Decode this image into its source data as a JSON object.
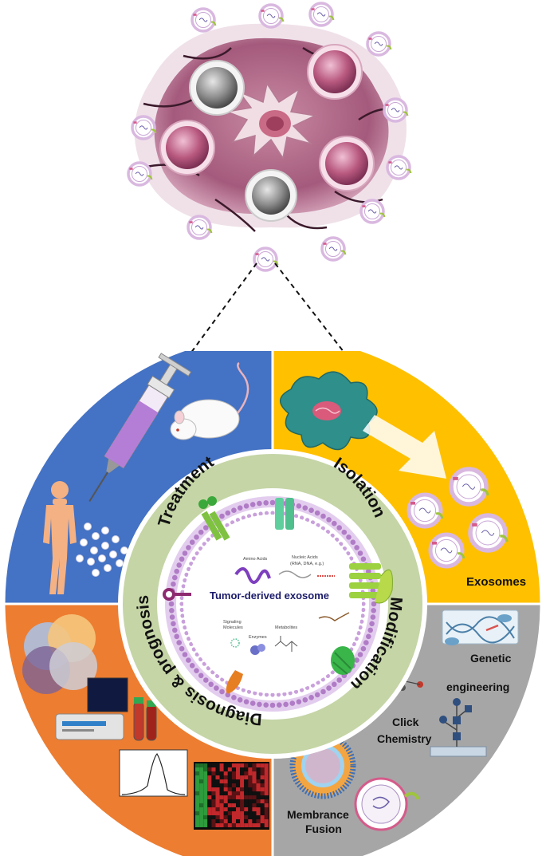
{
  "center": {
    "title": "Tumor-derived exosome",
    "cargo": {
      "amino_acids": "Amino Acids",
      "nucleic_acids": "Nucleic Acids",
      "nucleic_acids_detail": "(RNA, DNA, e.g.)",
      "signaling": "Signaling",
      "signaling_2": "Molecules",
      "enzymes": "Enzymes",
      "metabolites": "Metabolites"
    }
  },
  "ring": {
    "treatment": "Treatment",
    "isolation": "Isolation",
    "modification": "Modification",
    "diagnosis": "Diagnosis & prognosis"
  },
  "quadrants": {
    "isolation": {
      "label": "Exosomes"
    },
    "modification": {
      "genetic_1": "Genetic",
      "genetic_2": "engineering",
      "click_1": "Click",
      "click_2": "Chemistry",
      "membrane_1": "Membrance",
      "membrane_2": "Fusion"
    }
  },
  "colors": {
    "treatment": "#4472C4",
    "isolation": "#FFC000",
    "modification": "#A6A6A6",
    "diagnosis": "#ED7D31",
    "ring": "#C5D5A6"
  }
}
